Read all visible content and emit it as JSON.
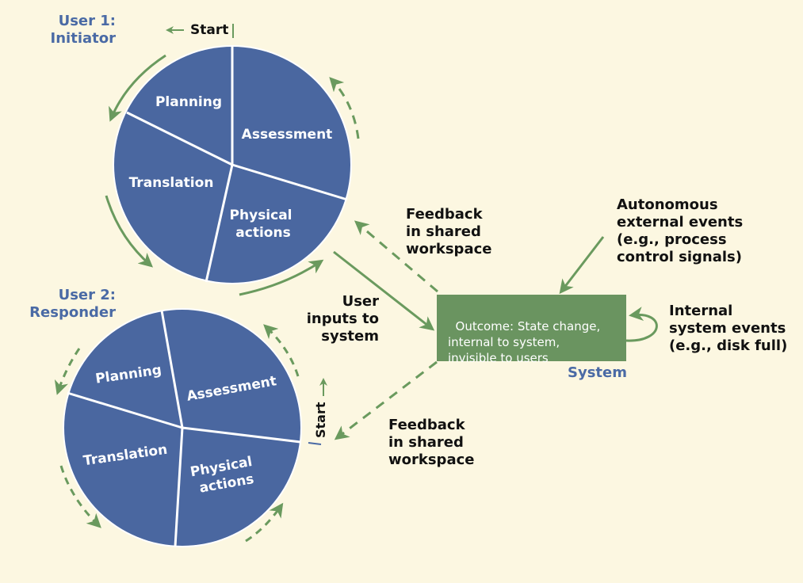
{
  "colors": {
    "background": "#fcf7e1",
    "pie_fill": "#4a67a0",
    "pie_divider": "#ffffff",
    "arrow_green": "#6a9a5e",
    "box_green": "#6a9460",
    "user_label_blue": "#4a6aa5",
    "text_black": "#111111"
  },
  "users": [
    {
      "label": "User 1:\nInitiator",
      "start_label": "Start",
      "segments": [
        "Planning",
        "Assessment",
        "Translation",
        "Physical\nactions"
      ],
      "cycle_arrow_style": "solid-then-dashed"
    },
    {
      "label": "User 2:\nResponder",
      "start_label": "Start",
      "segments": [
        "Planning",
        "Assessment",
        "Translation",
        "Physical\nactions"
      ],
      "cycle_arrow_style": "dashed"
    }
  ],
  "labels": {
    "feedback_top": "Feedback\nin shared\nworkspace",
    "user_inputs": "User\ninputs to\nsystem",
    "feedback_bottom": "Feedback\nin shared\nworkspace",
    "autonomous": "Autonomous\nexternal events\n(e.g., process\ncontrol signals)",
    "internal": "Internal\nsystem events\n(e.g., disk full)",
    "system": "System"
  },
  "outcome_box": {
    "text": "Outcome: State change,\ninternal to system,\ninvisible to users"
  }
}
